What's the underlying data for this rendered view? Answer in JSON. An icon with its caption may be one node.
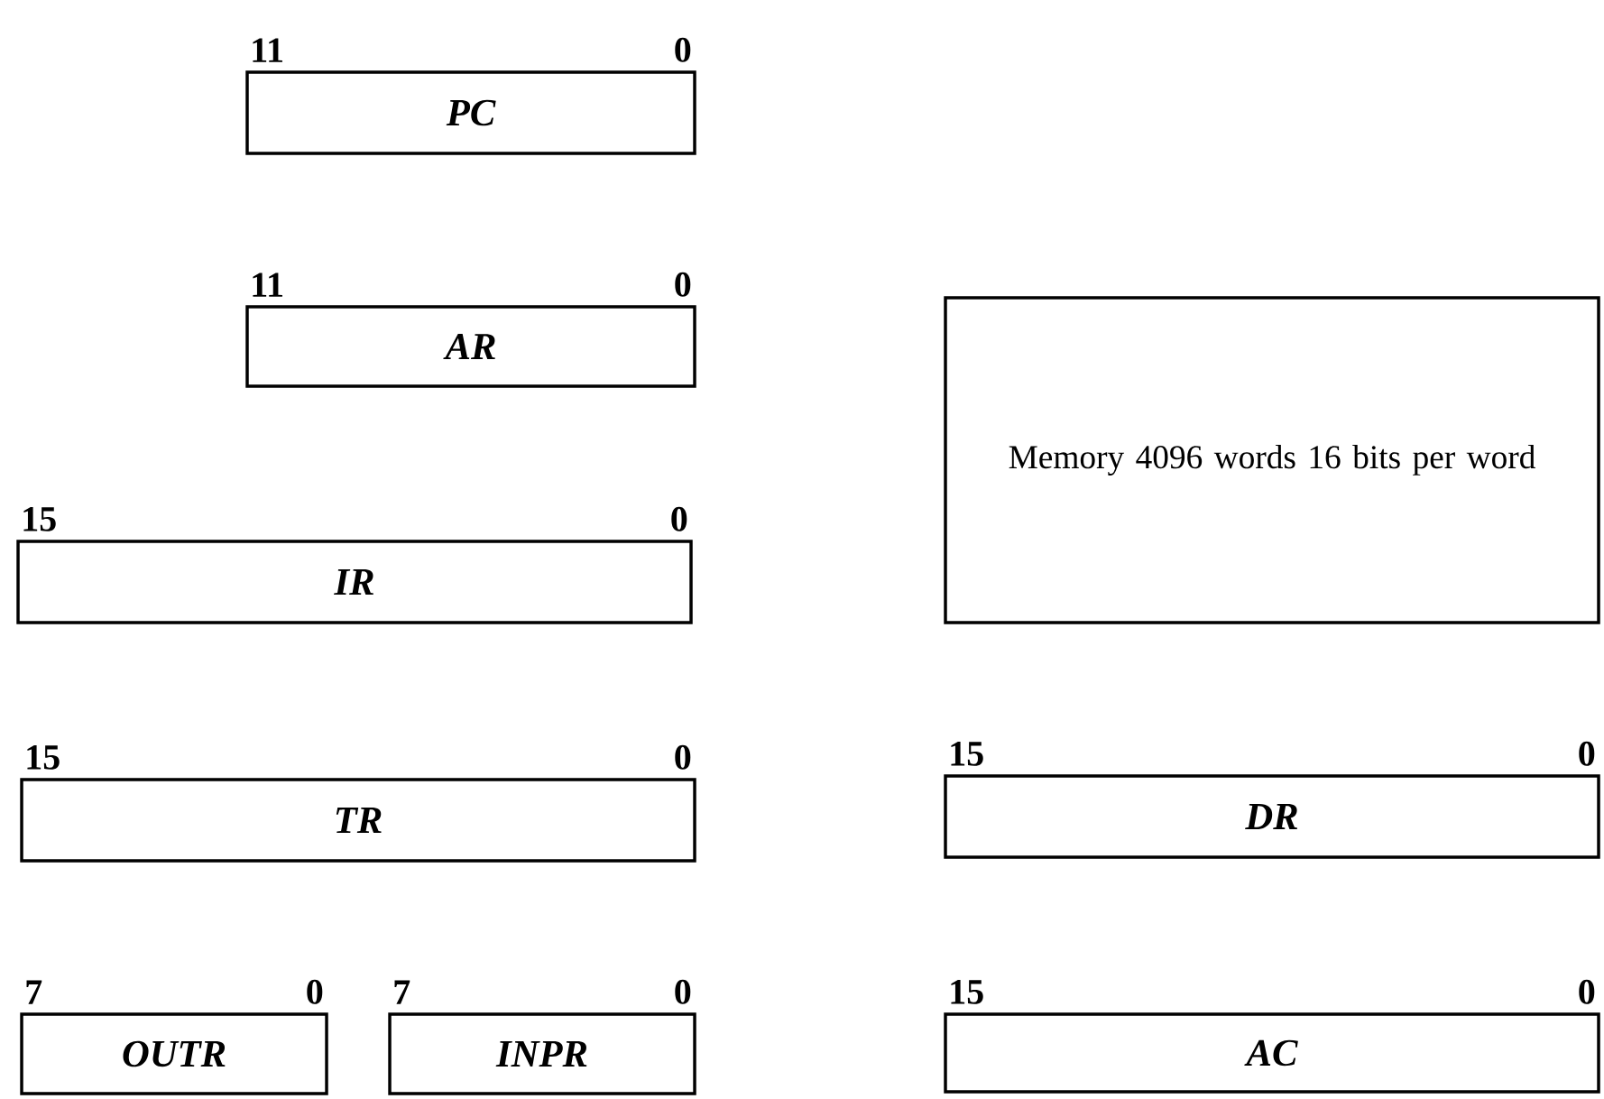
{
  "diagram": {
    "nodes": [
      {
        "text": [
          "PC"
        ],
        "beside": [
          "11",
          "0"
        ]
      },
      {
        "text": [
          "AR"
        ],
        "beside": [
          "11",
          "0"
        ]
      },
      {
        "text": [
          "Memory 4096 words 16 bits per word"
        ]
      },
      {
        "text": [
          "IR"
        ],
        "beside": [
          "15",
          "0"
        ]
      },
      {
        "text": [
          "TR"
        ],
        "beside": [
          "15",
          "0"
        ]
      },
      {
        "text": [
          "DR"
        ],
        "beside": [
          "15",
          "0"
        ]
      },
      {
        "text": [
          "OUTR"
        ],
        "beside": [
          "7",
          "0"
        ]
      },
      {
        "text": [
          "INPR"
        ],
        "beside": [
          "7",
          "0"
        ]
      },
      {
        "text": [
          "AC"
        ],
        "beside": [
          "15",
          "0"
        ]
      }
    ]
  }
}
